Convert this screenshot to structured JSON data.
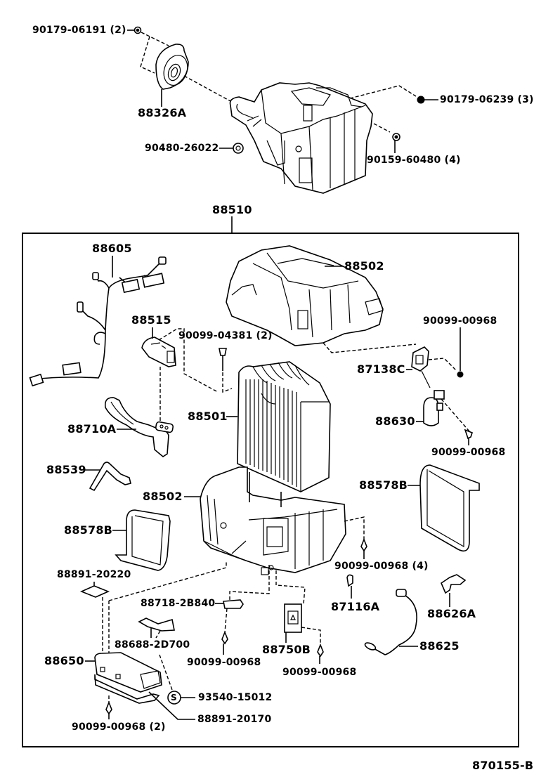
{
  "diagram": {
    "title": "Heater & Air Conditioner Unit — Cooler Unit Assembly",
    "figure_code": "870155-B",
    "assembly_part": "88510",
    "upper_parts": [
      {
        "id": "nut-top-left",
        "label": "90179-06191 (2)"
      },
      {
        "id": "cover",
        "label": "88326A"
      },
      {
        "id": "clip",
        "label": "90480-26022"
      },
      {
        "id": "nut-top-right",
        "label": "90179-06239 (3)"
      },
      {
        "id": "screw-top",
        "label": "90159-60480 (4)"
      }
    ],
    "assembly_parts": [
      {
        "id": "wire-harness",
        "label": "88605"
      },
      {
        "id": "upper-case",
        "label": "88502"
      },
      {
        "id": "expansion-valve",
        "label": "88515"
      },
      {
        "id": "bolt-evap",
        "label": "90099-04381 (2)"
      },
      {
        "id": "screw-87138c",
        "label": "90099-00968"
      },
      {
        "id": "amplifier",
        "label": "87138C"
      },
      {
        "id": "evaporator",
        "label": "88501"
      },
      {
        "id": "tube",
        "label": "88710A"
      },
      {
        "id": "thermistor",
        "label": "88630"
      },
      {
        "id": "screw-88630",
        "label": "90099-00968"
      },
      {
        "id": "hose",
        "label": "88539"
      },
      {
        "id": "lower-case",
        "label": "88502"
      },
      {
        "id": "seal-right",
        "label": "88578B"
      },
      {
        "id": "seal-left",
        "label": "88578B"
      },
      {
        "id": "screw-case",
        "label": "90099-00968 (4)"
      },
      {
        "id": "label-sticker",
        "label": "88891-20220"
      },
      {
        "id": "bracket",
        "label": "88718-2B840"
      },
      {
        "id": "clamp",
        "label": "87116A"
      },
      {
        "id": "sensor-clip",
        "label": "88626A"
      },
      {
        "id": "connector",
        "label": "88688-2D700"
      },
      {
        "id": "screw-bracket",
        "label": "90099-00968"
      },
      {
        "id": "relay",
        "label": "88750B"
      },
      {
        "id": "sensor-wire",
        "label": "88625"
      },
      {
        "id": "control-unit",
        "label": "88650"
      },
      {
        "id": "screw-relay",
        "label": "90099-00968"
      },
      {
        "id": "screw-s",
        "label": "93540-15012"
      },
      {
        "id": "screw-s-symbol",
        "label": "S"
      },
      {
        "id": "screw-unit",
        "label": "90099-00968 (2)"
      },
      {
        "id": "bracket-unit",
        "label": "88891-20170"
      }
    ]
  }
}
